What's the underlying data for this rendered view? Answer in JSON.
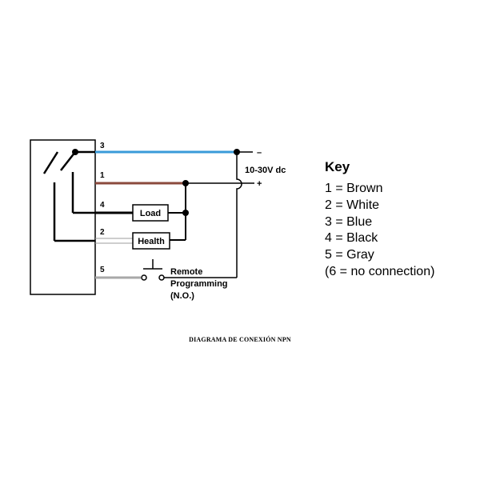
{
  "colors": {
    "blue_wire": "#3a9bd9",
    "brown_wire": "#8b4a3c",
    "black_wire": "#000000",
    "gray_wire": "#a8a8a8",
    "white_wire": "#cfcfcf"
  },
  "pins": {
    "p3": "3",
    "p1": "1",
    "p4": "4",
    "p2": "2",
    "p5": "5"
  },
  "supply": {
    "voltage": "10-30V dc",
    "minus": "–",
    "plus": "+"
  },
  "boxes": {
    "load": "Load",
    "health": "Health"
  },
  "remote": {
    "line1": "Remote",
    "line2": "Programming",
    "line3": "(N.O.)"
  },
  "key": {
    "title": "Key",
    "items": [
      "1 = Brown",
      "2 = White",
      "3 = Blue",
      "4 = Black",
      "5 = Gray",
      "(6 = no connection)"
    ]
  },
  "caption": "DIAGRAMA DE CONEXIÓN NPN"
}
